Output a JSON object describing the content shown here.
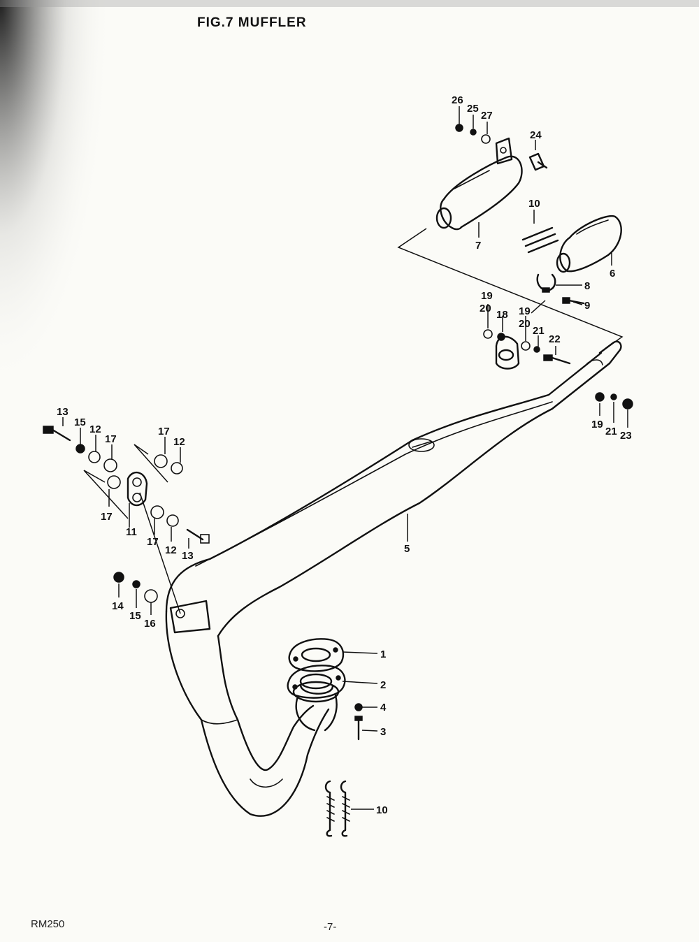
{
  "header": {
    "title": "FIG.7 MUFFLER"
  },
  "footer": {
    "model": "RM250",
    "page": "-7-"
  },
  "callouts": {
    "c1": "1",
    "c2": "2",
    "c3": "3",
    "c4": "4",
    "c5": "5",
    "c6": "6",
    "c7": "7",
    "c8": "8",
    "c9": "9",
    "c10a": "10",
    "c10b": "10",
    "c11": "11",
    "c12a": "12",
    "c12b": "12",
    "c12c": "12",
    "c13a": "13",
    "c13b": "13",
    "c14": "14",
    "c15a": "15",
    "c15b": "15",
    "c16": "16",
    "c17a": "17",
    "c17b": "17",
    "c17c": "17",
    "c17d": "17",
    "c18": "18",
    "c19a": "19",
    "c19b": "19",
    "c19c": "19",
    "c20a": "20",
    "c20b": "20",
    "c21a": "21",
    "c21b": "21",
    "c22": "22",
    "c23": "23",
    "c24": "24",
    "c25": "25",
    "c26": "26",
    "c27": "27"
  }
}
